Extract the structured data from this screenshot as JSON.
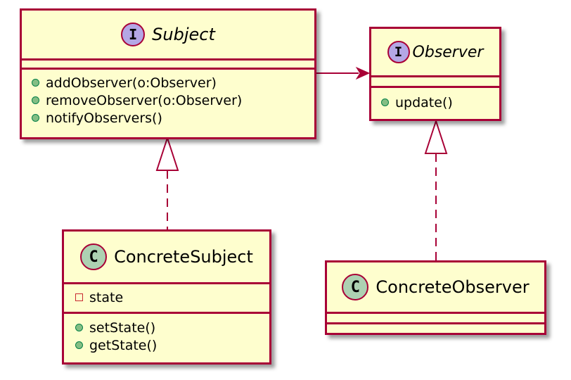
{
  "colors": {
    "class_fill": "#fefece",
    "border": "#a80036",
    "interface_badge": "#b4a7e5",
    "class_badge": "#add1b2",
    "public_marker": "#84be84",
    "private_marker": "#c82930"
  },
  "classes": {
    "subject": {
      "stereotype": "I",
      "name": "Subject",
      "methods": [
        "addObserver(o:Observer)",
        "removeObserver(o:Observer)",
        "notifyObservers()"
      ]
    },
    "observer": {
      "stereotype": "I",
      "name": "Observer",
      "methods": [
        "update()"
      ]
    },
    "concrete_subject": {
      "stereotype": "C",
      "name": "ConcreteSubject",
      "fields": [
        "state"
      ],
      "methods": [
        "setState()",
        "getState()"
      ]
    },
    "concrete_observer": {
      "stereotype": "C",
      "name": "ConcreteObserver"
    }
  },
  "relationships": [
    {
      "from": "Subject",
      "to": "Observer",
      "type": "association"
    },
    {
      "from": "ConcreteSubject",
      "to": "Subject",
      "type": "realization"
    },
    {
      "from": "ConcreteObserver",
      "to": "Observer",
      "type": "realization"
    }
  ]
}
